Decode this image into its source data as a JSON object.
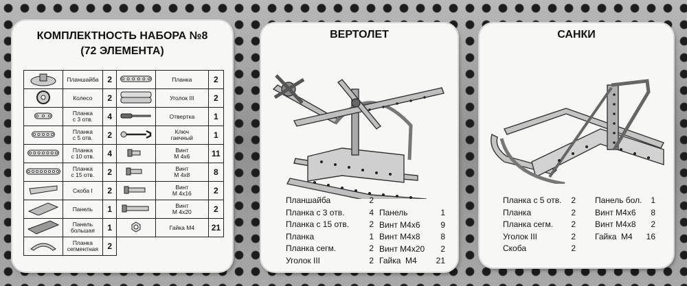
{
  "kit": {
    "title": "КОМПЛЕКТНОСТЬ НАБОРА №8",
    "subtitle": "(72 ЭЛЕМЕНТА)",
    "rows": [
      {
        "left": {
          "name": "Планшайба",
          "qty": "2",
          "icon": "hub-plate-icon"
        },
        "right": {
          "name": "Планка",
          "qty": "2",
          "icon": "strip-icon"
        }
      },
      {
        "left": {
          "name": "Колесо",
          "qty": "2",
          "icon": "wheel-icon"
        },
        "right": {
          "name": "Уголок III",
          "qty": "2",
          "icon": "angle-bracket-icon"
        }
      },
      {
        "left": {
          "name": "Планка\nс 3 отв.",
          "qty": "4",
          "icon": "strip-3-holes-icon"
        },
        "right": {
          "name": "Отвертка",
          "qty": "1",
          "icon": "screwdriver-icon"
        }
      },
      {
        "left": {
          "name": "Планка\nс 5 отв.",
          "qty": "2",
          "icon": "strip-5-holes-icon"
        },
        "right": {
          "name": "Ключ\nгаечный",
          "qty": "1",
          "icon": "wrench-icon"
        }
      },
      {
        "left": {
          "name": "Планка\nс 10 отв.",
          "qty": "4",
          "icon": "strip-10-holes-icon"
        },
        "right": {
          "name": "Винт\nМ 4х6",
          "qty": "11",
          "icon": "screw-short-icon"
        }
      },
      {
        "left": {
          "name": "Планка\nс 15 отв.",
          "qty": "2",
          "icon": "strip-15-holes-icon"
        },
        "right": {
          "name": "Винт\nМ 4х8",
          "qty": "8",
          "icon": "screw-icon"
        }
      },
      {
        "left": {
          "name": "Скоба I",
          "qty": "2",
          "icon": "bracket-icon"
        },
        "right": {
          "name": "Винт\nМ 4х16",
          "qty": "2",
          "icon": "screw-long-icon"
        }
      },
      {
        "left": {
          "name": "Панель",
          "qty": "1",
          "icon": "panel-icon"
        },
        "right": {
          "name": "Винт\nМ 4х20",
          "qty": "2",
          "icon": "screw-xlong-icon"
        }
      },
      {
        "left": {
          "name": "Панель\nбольшая",
          "qty": "1",
          "icon": "large-panel-icon"
        },
        "right": {
          "name": "Гайка М4",
          "qty": "21",
          "icon": "nut-icon"
        }
      },
      {
        "left": {
          "name": "Планка\nсегментная",
          "qty": "2",
          "icon": "segment-strip-icon"
        },
        "right": null
      }
    ]
  },
  "helicopter": {
    "title": "ВЕРТОЛЕТ",
    "parts_left": [
      {
        "name": "Планшайба",
        "qty": "2"
      },
      {
        "name": "Планка с 3 отв.",
        "qty": "4"
      },
      {
        "name": "Планка с 15 отв.",
        "qty": "2"
      },
      {
        "name": "Планка",
        "qty": "1"
      },
      {
        "name": "Планка сегм.",
        "qty": "2"
      },
      {
        "name": "Уголок III",
        "qty": "2"
      }
    ],
    "parts_right": [
      {
        "name": "Панель",
        "qty": "1"
      },
      {
        "name": "Винт М4х6",
        "qty": "9"
      },
      {
        "name": "Винт М4х8",
        "qty": "8"
      },
      {
        "name": "Винт М4х20",
        "qty": "2"
      },
      {
        "name": "Гайка  М4",
        "qty": "21"
      }
    ]
  },
  "sled": {
    "title": "САНКИ",
    "parts_left": [
      {
        "name": "Планка с 5 отв.",
        "qty": "2"
      },
      {
        "name": "Планка",
        "qty": "2"
      },
      {
        "name": "Планка сегм.",
        "qty": "2"
      },
      {
        "name": "Уголок III",
        "qty": "2"
      },
      {
        "name": "Скоба",
        "qty": "2"
      }
    ],
    "parts_right": [
      {
        "name": "Панель бол.",
        "qty": "1"
      },
      {
        "name": "Винт М4х6",
        "qty": "8"
      },
      {
        "name": "Винт М4х8",
        "qty": "2"
      },
      {
        "name": "Гайка  М4",
        "qty": "16"
      }
    ]
  },
  "colors": {
    "plate": "#9a9a9a",
    "card": "#f7f7f5",
    "ink": "#111111",
    "hole": "#1c1c1c"
  }
}
